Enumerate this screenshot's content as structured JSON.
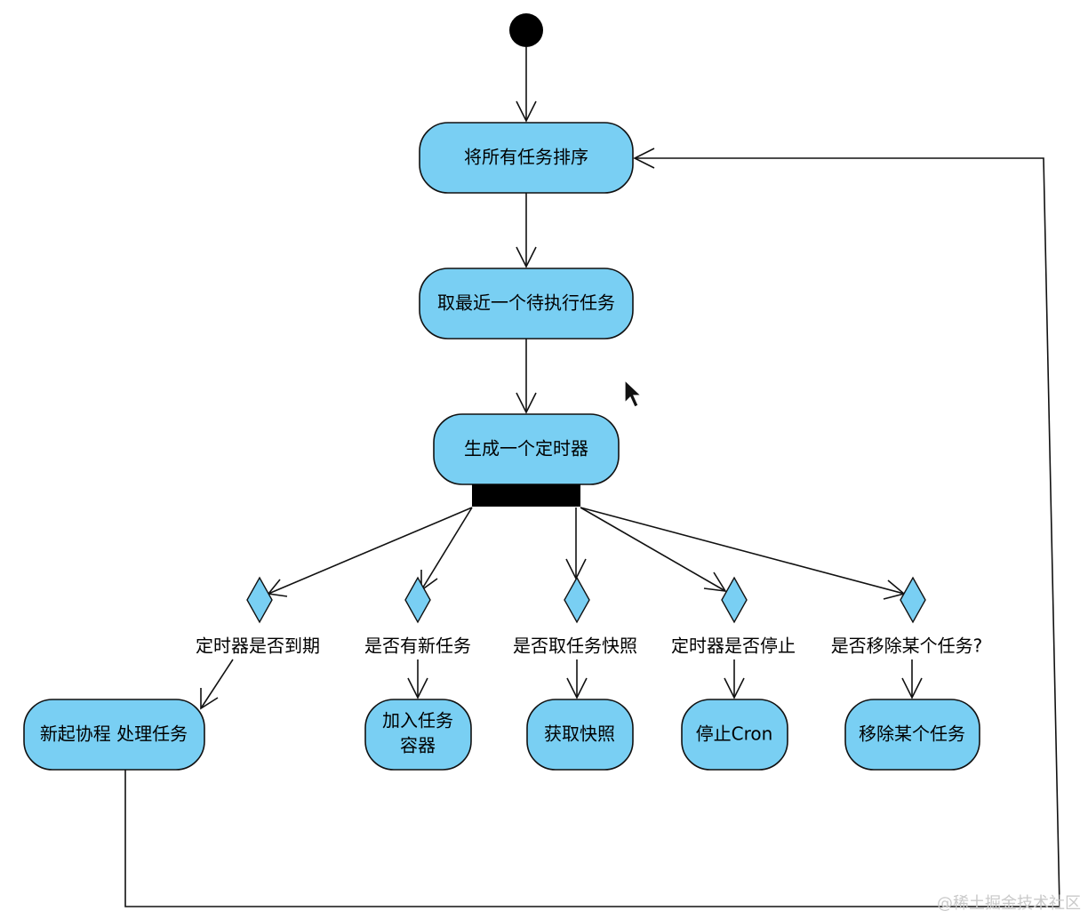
{
  "nodes": {
    "sort_tasks": "将所有任务排序",
    "take_next_task": "取最近一个待执行任务",
    "create_timer": "生成一个定时器",
    "spawn_worker": "新起协程 处理任务",
    "add_task_line1": "加入任务",
    "add_task_line2": "容器",
    "get_snapshot": "获取快照",
    "stop_cron": "停止Cron",
    "remove_task": "移除某个任务"
  },
  "conditions": {
    "timer_expired": "定时器是否到期",
    "new_task": "是否有新任务",
    "take_snapshot": "是否取任务快照",
    "timer_stopped": "定时器是否停止",
    "remove_some_task": "是否移除某个任务?"
  },
  "colors": {
    "node_fill": "#79cff3",
    "stroke": "#111111",
    "fork_bar": "#000000"
  },
  "watermark": "@稀土掘金技术社区"
}
